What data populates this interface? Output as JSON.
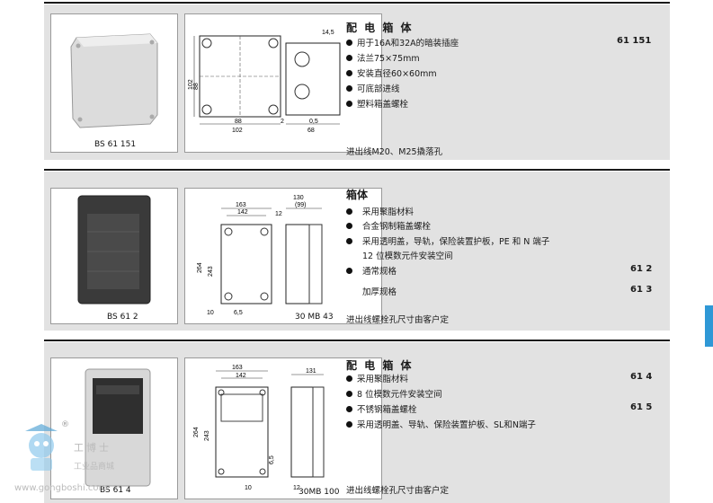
{
  "sections": [
    {
      "title": "配 电 箱 体",
      "photo_caption": "BS  61 151",
      "drawing_caption": "",
      "dims": [
        "14,5",
        "102",
        "88",
        "88",
        "102",
        "2",
        "0,5",
        "68"
      ],
      "items": [
        "用于16A和32A的暗装插座",
        "法兰75×75mm",
        "安装直径60×60mm",
        "可底部进线",
        "塑料箱盖螺栓"
      ],
      "code": "61 151",
      "note": "进出线M20、M25撬落孔"
    },
    {
      "title": "箱体",
      "photo_caption": "BS  61 2",
      "drawing_caption": "30 MB 43",
      "dims": [
        "130",
        "(99)",
        "163",
        "142",
        "12",
        "264",
        "243",
        "10",
        "6,5"
      ],
      "items": [
        "采用聚脂材料",
        "合金钢制箱盖螺栓",
        "采用透明盖，导轨，保险装置护板，PE 和 N 端子"
      ],
      "item_cont": "12 位模数元件安装空间",
      "variants": [
        {
          "label": "通常规格",
          "code": "61 2"
        },
        {
          "label": "加厚规格",
          "code": "61 3"
        }
      ],
      "note": "进出线螺栓孔尺寸由客户定"
    },
    {
      "title": "配 电 箱 体",
      "photo_caption": "BS  61 4",
      "drawing_caption": "30MB 100",
      "dims": [
        "163",
        "142",
        "131",
        "264",
        "243",
        "6,5",
        "10",
        "12"
      ],
      "items": [
        "采用聚脂材料",
        "8 位模数元件安装空间",
        "不锈钢箱盖螺栓",
        "采用透明盖、导轨、保险装置护板、SL和N端子"
      ],
      "codes": [
        "61 4",
        "61 5"
      ],
      "note": "进出线螺栓孔尺寸由客户定"
    }
  ],
  "watermark": {
    "brand": "工博士",
    "sub": "工业品商城",
    "url": "www.gongboshi.com",
    "mark": "®"
  },
  "colors": {
    "panel": "#e2e2e2",
    "accent_tab": "#2f98d6"
  }
}
